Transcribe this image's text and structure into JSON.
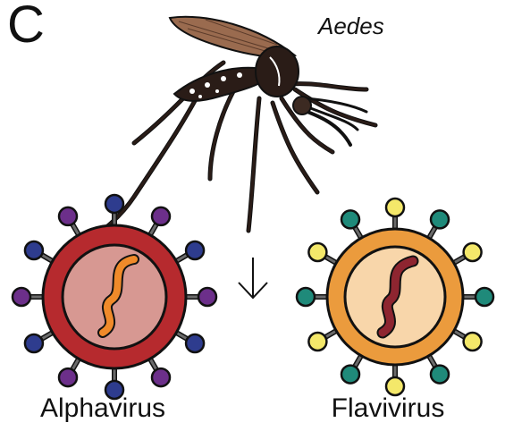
{
  "panel": {
    "letter": "C",
    "mosquito": {
      "genus": "Aedes",
      "icon": "mosquito-icon",
      "body_color": "#2a1c17",
      "wing_color": "#9a6b4f"
    },
    "arrow": {
      "icon": "arrow-down-icon"
    },
    "viruses": [
      {
        "name": "Alphavirus",
        "icon": "alphavirus-particle-icon",
        "capsule_color": "#b62a2e",
        "core_color": "#d79892",
        "genome_color": "#f08a2a",
        "spike_colors": [
          "#2e3c8e",
          "#6c2f8a"
        ]
      },
      {
        "name": "Flavivirus",
        "icon": "flavivirus-particle-icon",
        "capsule_color": "#eb9b3d",
        "core_color": "#f8d6aa",
        "genome_color": "#8e2530",
        "spike_colors": [
          "#f4e86a",
          "#1f8a7a"
        ]
      }
    ]
  }
}
